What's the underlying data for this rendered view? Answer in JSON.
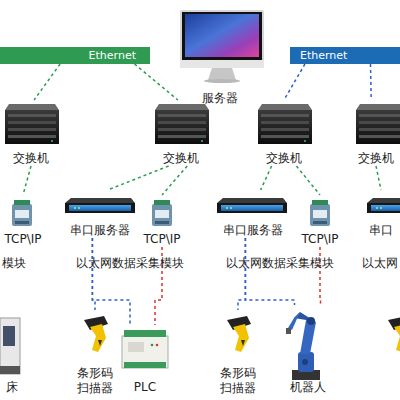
{
  "diagram": {
    "nodes": [
      {
        "text": [
          "Ethernet"
        ]
      },
      {
        "text": [
          "服务器"
        ]
      },
      {
        "text": [
          "Ethernet"
        ]
      },
      {
        "text": [
          "交换机"
        ]
      },
      {
        "text": [
          "交换机"
        ]
      },
      {
        "text": [
          "交换机"
        ]
      },
      {
        "text": [
          "交换机"
        ]
      },
      {
        "text": [
          "TCP\\IP"
        ]
      },
      {
        "text": [
          "串口服务器"
        ]
      },
      {
        "text": [
          "TCP\\IP"
        ]
      },
      {
        "text": [
          "串口服务器"
        ]
      },
      {
        "text": [
          "TCP\\IP"
        ]
      },
      {
        "text": [
          "串口"
        ]
      },
      {
        "text": [
          "床"
        ]
      },
      {
        "text": [
          "条形码 扫描器"
        ]
      },
      {
        "text": [
          "PLC"
        ]
      },
      {
        "text": [
          "条形码 扫描器"
        ]
      },
      {
        "text": [
          "机器人"
        ]
      }
    ],
    "edges": [
      {
        "from": 0,
        "to": 3,
        "arrow": "none"
      },
      {
        "from": 0,
        "to": 4,
        "arrow": "none"
      },
      {
        "from": 2,
        "to": 5,
        "arrow": "none"
      },
      {
        "from": 2,
        "to": 6,
        "arrow": "none"
      },
      {
        "from": 3,
        "to": 7,
        "arrow": "none"
      },
      {
        "from": 4,
        "to": 8,
        "arrow": "none"
      },
      {
        "from": 4,
        "to": 9,
        "arrow": "none"
      },
      {
        "from": 5,
        "to": 10,
        "arrow": "none"
      },
      {
        "from": 5,
        "to": 11,
        "arrow": "none"
      },
      {
        "from": 6,
        "to": 12,
        "arrow": "none"
      },
      {
        "from": 8,
        "to": 14,
        "arrow": "none"
      },
      {
        "from": 8,
        "to": 15,
        "arrow": "none"
      },
      {
        "from": 9,
        "to": 15,
        "arrow": "none"
      },
      {
        "from": 10,
        "to": 16,
        "arrow": "none"
      },
      {
        "from": 10,
        "to": 17,
        "arrow": "none"
      },
      {
        "from": 11,
        "to": 17,
        "arrow": "none"
      }
    ],
    "labels": [
      "模块",
      "以太网数据采集模块",
      "以太网数据采集模块",
      "以太网"
    ]
  }
}
